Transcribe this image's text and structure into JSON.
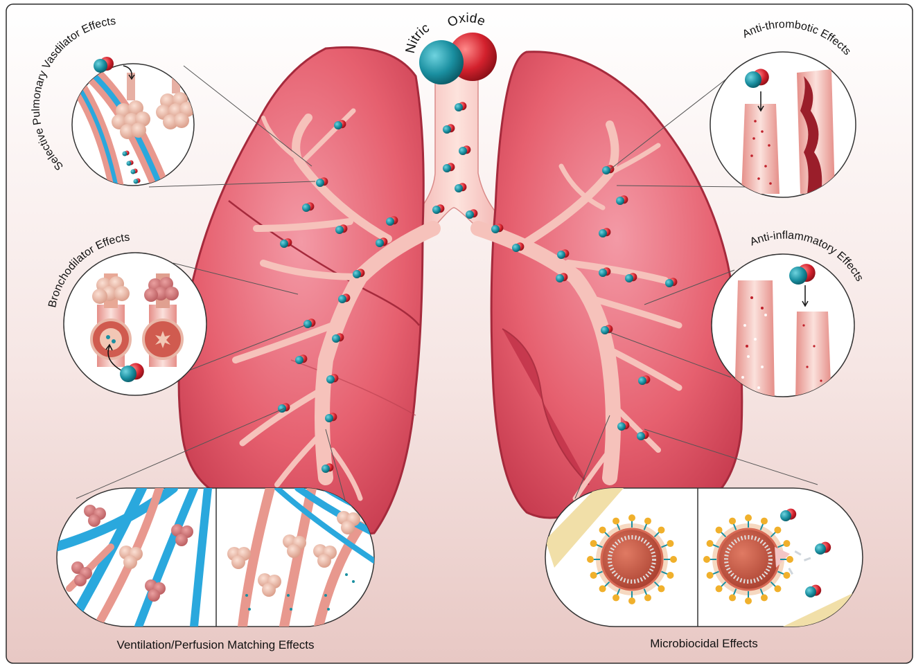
{
  "title_molecule": {
    "word1": "Nitric",
    "word2": "Oxide"
  },
  "effects": {
    "vasodilator": "Selective Pulmonary Vasdilator Effects",
    "bronchodilator": "Bronchodilator Effects",
    "antithrombotic": "Anti-thrombotic Effects",
    "antiinflammatory": "Anti-inflammatory Effects",
    "vq_matching": "Ventilation/Perfusion Matching Effects",
    "microbiocidal": "Microbiocidal Effects"
  },
  "colors": {
    "lung": "#d9475e",
    "lung_light": "#f08a98",
    "nitrogen": "#1a8fa0",
    "oxygen": "#d3212d",
    "airway": "#f4b8b0",
    "vessel_blue": "#29a6d9",
    "alveoli": "#e3a695",
    "virus_body": "#c8543f",
    "virus_spike": "#f0b02c"
  }
}
